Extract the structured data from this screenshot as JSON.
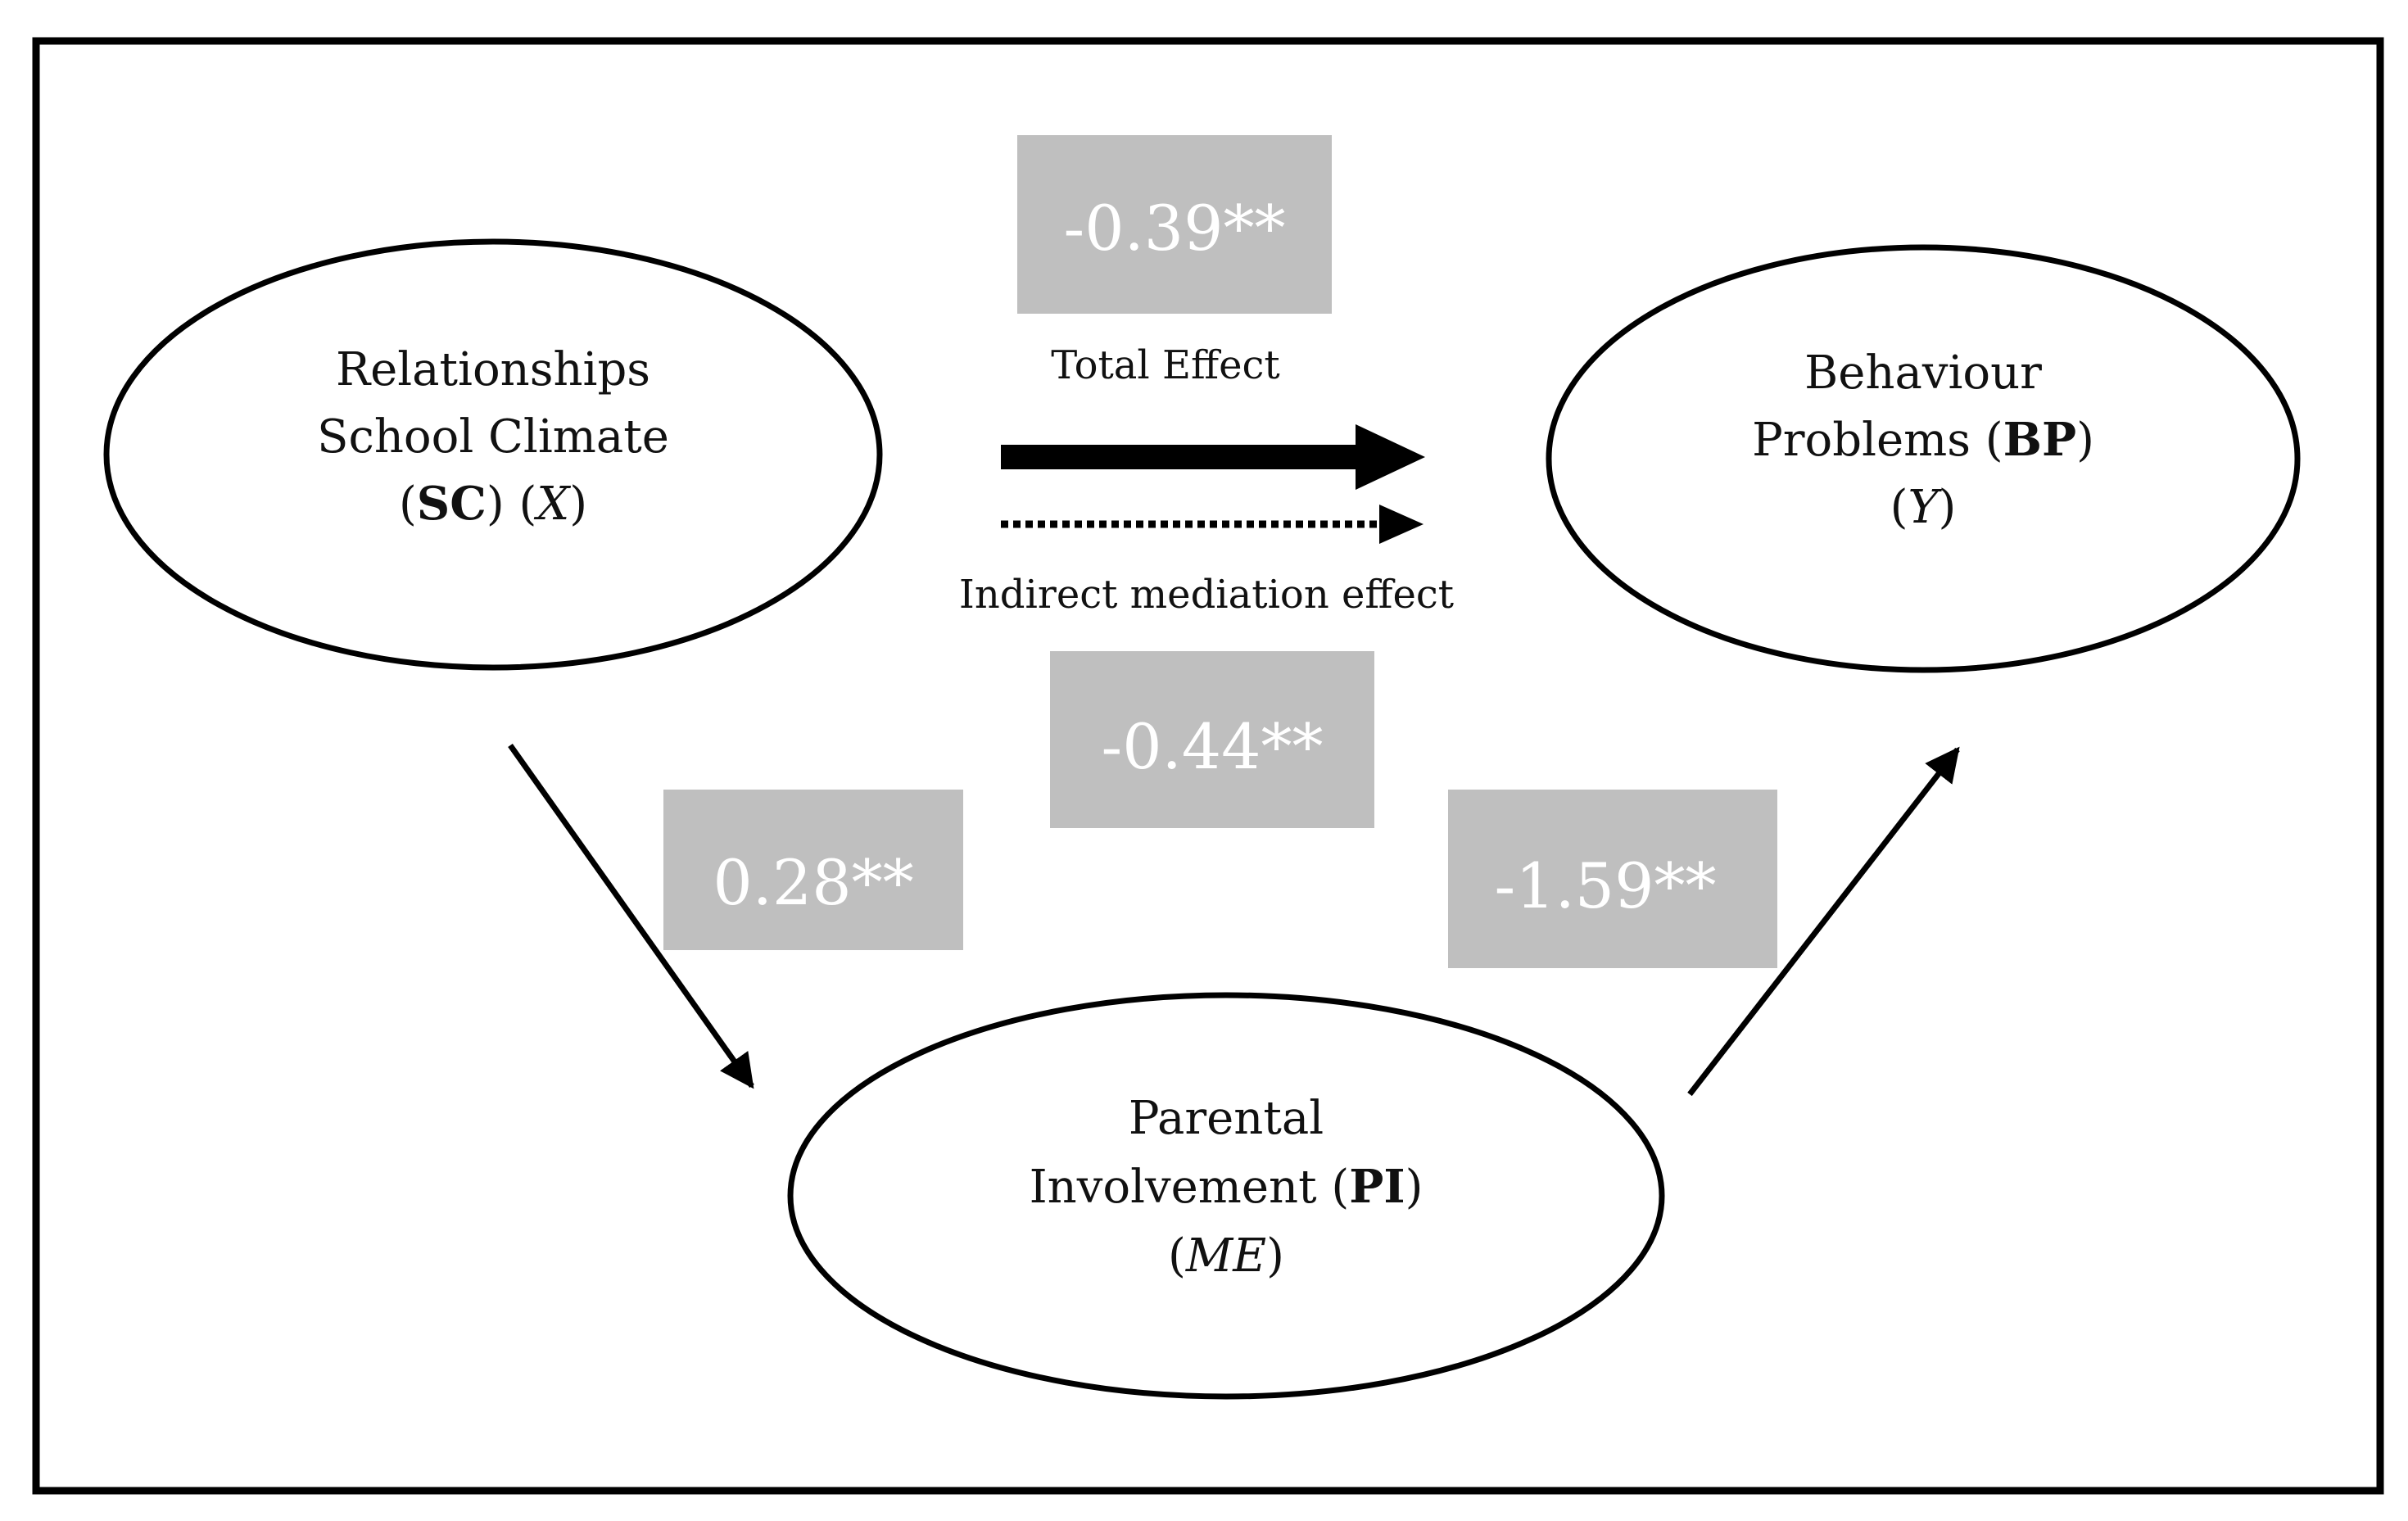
{
  "colors": {
    "stroke": "#000000",
    "coefficient_box": "#bfbfbf",
    "coefficient_text": "#ffffff",
    "background": "#ffffff"
  },
  "nodes": {
    "sc": {
      "line1": "Relationships",
      "line2": "School Climate",
      "abbr": "SC",
      "var": "X"
    },
    "bp": {
      "line1": "Behaviour",
      "line2": "Problems",
      "abbr": "BP",
      "var": "Y"
    },
    "pi": {
      "line1": "Parental",
      "line2": "Involvement",
      "abbr": "PI",
      "var": "ME"
    }
  },
  "legend": {
    "total_effect": "Total Effect",
    "indirect_effect": "Indirect mediation effect"
  },
  "coefficients": {
    "total": "-0.39**",
    "indirect": "-0.44**",
    "sc_to_pi": "0.28**",
    "pi_to_bp": "-1.59**"
  }
}
